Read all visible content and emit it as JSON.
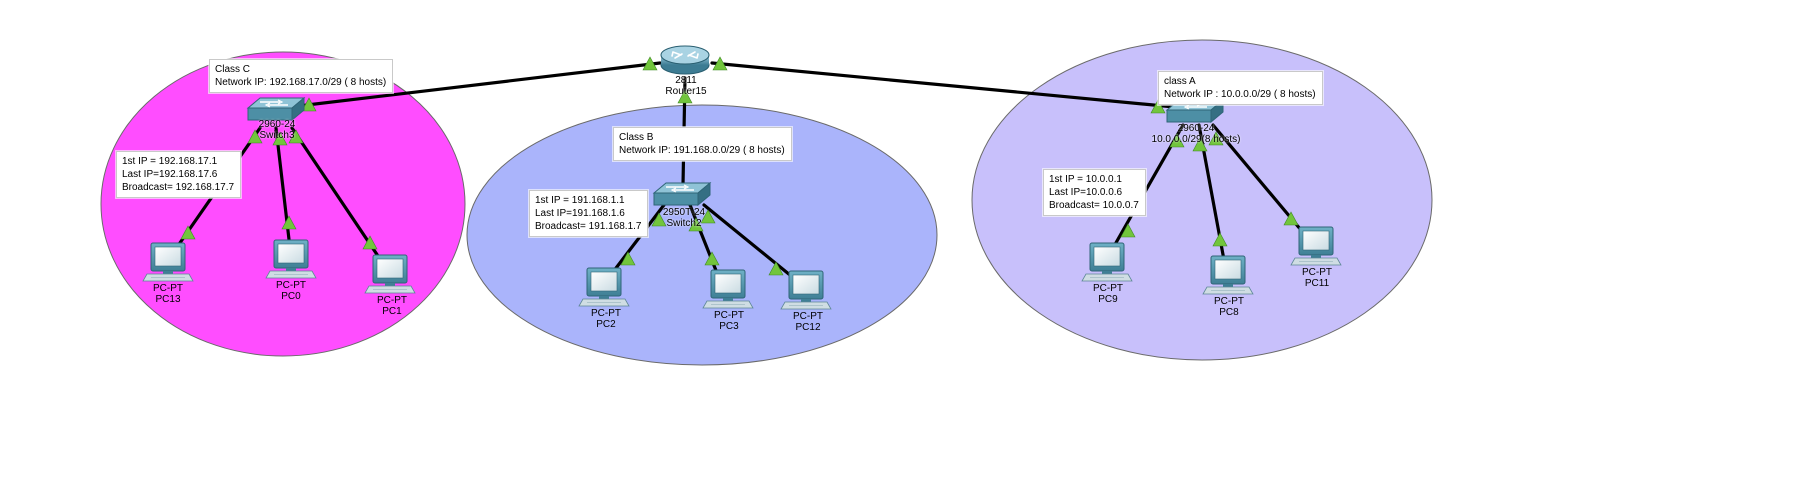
{
  "colors": {
    "class_c_area": "#ff4dff",
    "class_b_area": "#aab4fb",
    "class_a_area": "#c8c0fb",
    "link": "#000000",
    "link_light": "#72c53c",
    "device_teal": "#4d8fa5"
  },
  "router": {
    "model": "2811",
    "name": "Router15",
    "icon": "router-icon"
  },
  "networks": {
    "class_c": {
      "note": [
        "Class C",
        "Network IP: 192.168.17.0/29 ( 8 hosts)"
      ],
      "ip_note": [
        "1st IP = 192.168.17.1",
        "Last IP=192.168.17.6",
        "Broadcast= 192.168.17.7"
      ],
      "switch": {
        "model": "2960-24",
        "name": "Switch3",
        "icon": "switch-icon"
      },
      "pcs": [
        {
          "model": "PC-PT",
          "name": "PC13",
          "icon": "pc-icon"
        },
        {
          "model": "PC-PT",
          "name": "PC0",
          "icon": "pc-icon"
        },
        {
          "model": "PC-PT",
          "name": "PC1",
          "icon": "pc-icon"
        }
      ]
    },
    "class_b": {
      "note": [
        "Class B",
        "Network IP: 191.168.0.0/29 ( 8 hosts)"
      ],
      "ip_note": [
        "1st IP = 191.168.1.1",
        "Last IP=191.168.1.6",
        "Broadcast= 191.168.1.7"
      ],
      "switch": {
        "model": "2950T-24",
        "name": "Switch2",
        "icon": "switch-icon"
      },
      "pcs": [
        {
          "model": "PC-PT",
          "name": "PC2",
          "icon": "pc-icon"
        },
        {
          "model": "PC-PT",
          "name": "PC3",
          "icon": "pc-icon"
        },
        {
          "model": "PC-PT",
          "name": "PC12",
          "icon": "pc-icon"
        }
      ]
    },
    "class_a": {
      "note": [
        "class A",
        "Network IP : 10.0.0.0/29 ( 8 hosts)"
      ],
      "ip_note": [
        "1st IP = 10.0.0.1",
        "Last IP=10.0.0.6",
        "Broadcast= 10.0.0.7"
      ],
      "switch": {
        "model": "2960-24",
        "name": "10.0.0.0/29(8 hosts)",
        "icon": "switch-icon"
      },
      "pcs": [
        {
          "model": "PC-PT",
          "name": "PC9",
          "icon": "pc-icon"
        },
        {
          "model": "PC-PT",
          "name": "PC8",
          "icon": "pc-icon"
        },
        {
          "model": "PC-PT",
          "name": "PC11",
          "icon": "pc-icon"
        }
      ]
    }
  }
}
